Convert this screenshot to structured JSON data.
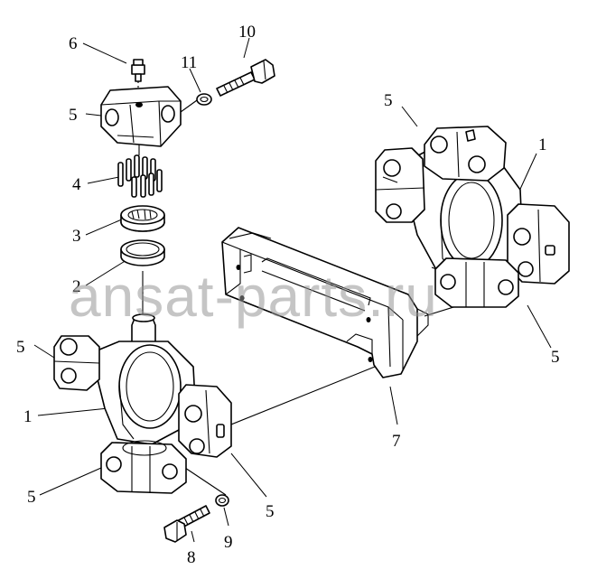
{
  "diagram": {
    "corner_mark": "",
    "watermark": "ansat-parts.ru",
    "callouts": {
      "c1_left": "1",
      "c1_right": "1",
      "c2": "2",
      "c3": "3",
      "c4": "4",
      "c5_top": "5",
      "c5_right_top": "5",
      "c5_left_mid": "5",
      "c5_right_bottom": "5",
      "c5_left_bottom": "5",
      "c5_bottom_mid": "5",
      "c6": "6",
      "c7": "7",
      "c8": "8",
      "c9": "9",
      "c10": "10",
      "c11": "11"
    }
  }
}
